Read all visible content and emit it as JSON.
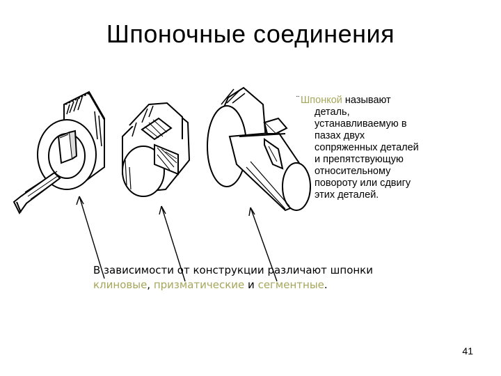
{
  "slide": {
    "title": "Шпоночные соединения",
    "definition": {
      "bullet": "¨",
      "term": "Шпонкой",
      "rest_first_line": " называют",
      "lines": [
        "деталь,",
        "устанавливаемую в",
        "пазах двух",
        "сопряженных деталей",
        "и препятствующую",
        "относительному",
        "повороту или сдвигу",
        "этих деталей."
      ]
    },
    "types_text": {
      "line1": "В зависимости от конструкции различают шпонки",
      "wedge": "клиновые",
      "sep1": ", ",
      "prismatic": "призматические",
      "sep2": " и ",
      "segment": "сегментные",
      "end": "."
    },
    "page_number": "41"
  },
  "colors": {
    "highlight": "#a6a65a",
    "text": "#000000",
    "background": "#ffffff"
  }
}
